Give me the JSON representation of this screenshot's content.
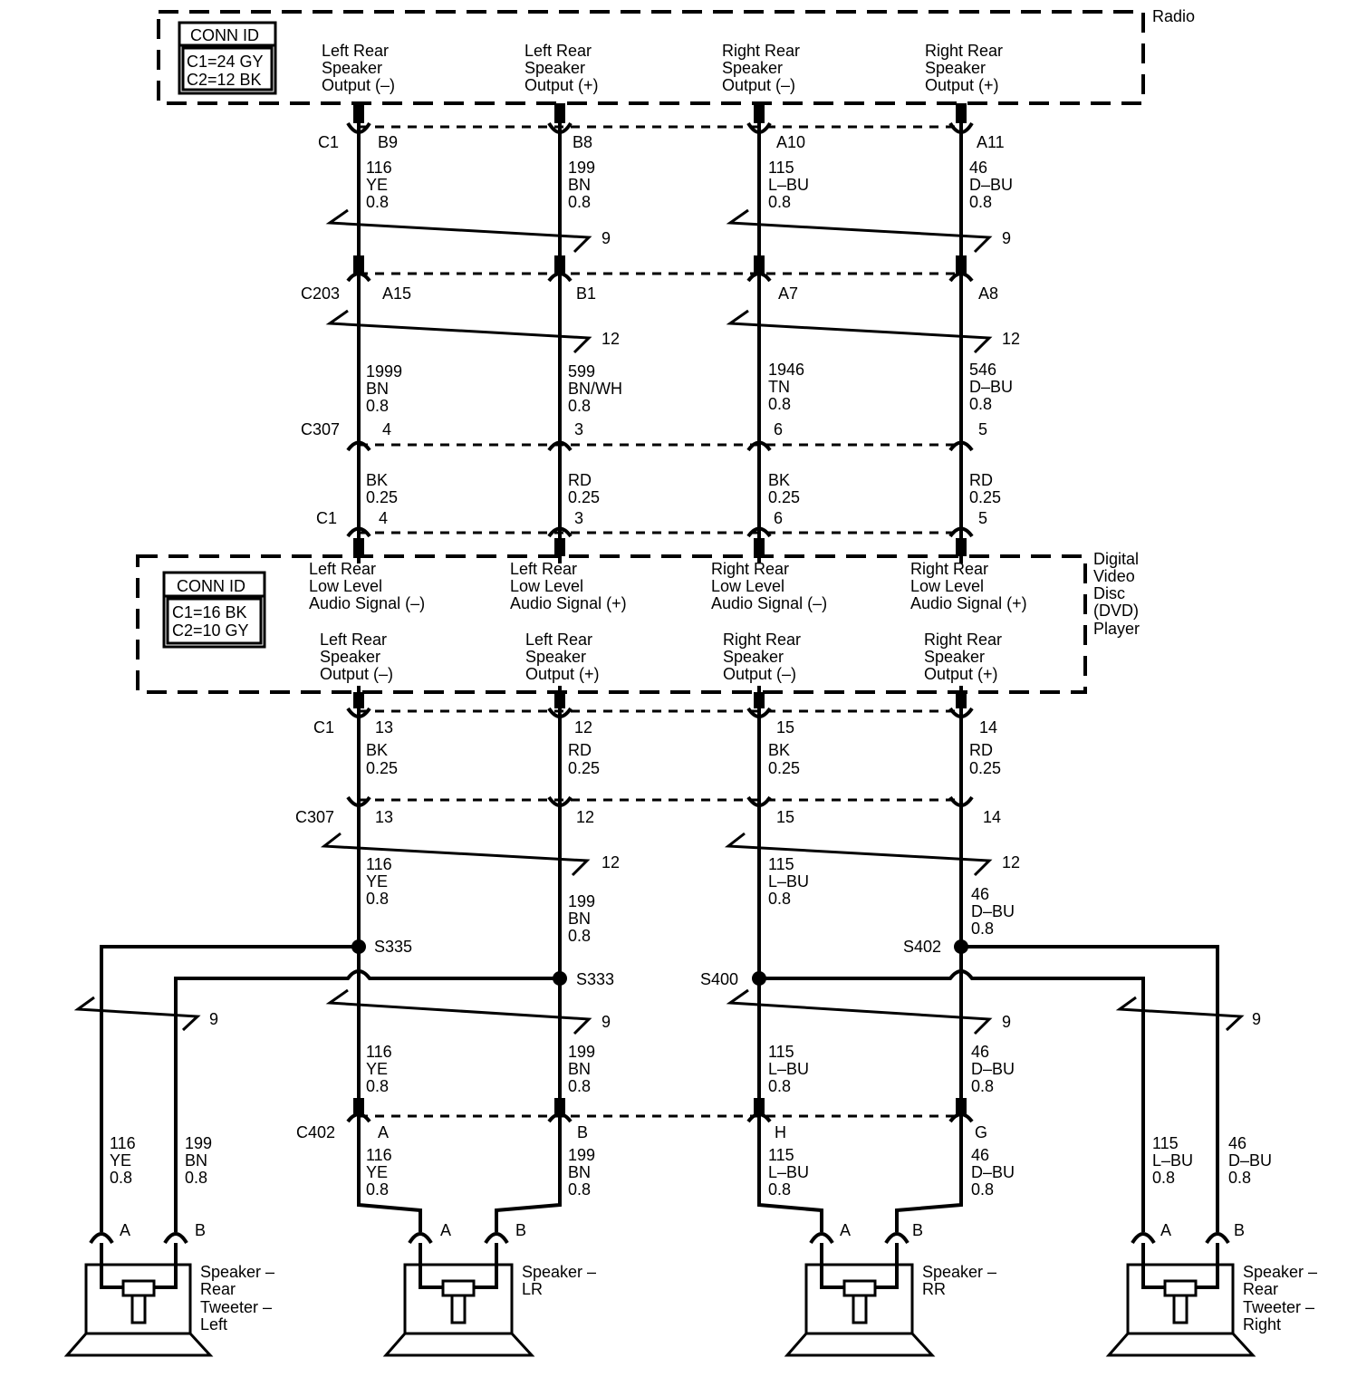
{
  "modules": {
    "radio": {
      "name": "Radio",
      "conn_id": {
        "title": "CONN ID",
        "lines": [
          "C1=24 GY",
          "C2=12 BK"
        ]
      },
      "outputs": [
        [
          "Left Rear",
          "Speaker",
          "Output (–)"
        ],
        [
          "Left Rear",
          "Speaker",
          "Output (+)"
        ],
        [
          "Right Rear",
          "Speaker",
          "Output (–)"
        ],
        [
          "Right Rear",
          "Speaker",
          "Output (+)"
        ]
      ]
    },
    "dvd": {
      "name": [
        "Digital",
        "Video",
        "Disc",
        "(DVD)",
        "Player"
      ],
      "conn_id": {
        "title": "CONN ID",
        "lines": [
          "C1=16 BK",
          "C2=10 GY"
        ]
      },
      "inputs": [
        [
          "Left Rear",
          "Low Level",
          "Audio Signal (–)"
        ],
        [
          "Left Rear",
          "Low Level",
          "Audio Signal (+)"
        ],
        [
          "Right Rear",
          "Low Level",
          "Audio Signal (–)"
        ],
        [
          "Right Rear",
          "Low Level",
          "Audio Signal (+)"
        ]
      ],
      "outputs": [
        [
          "Left Rear",
          "Speaker",
          "Output (–)"
        ],
        [
          "Left Rear",
          "Speaker",
          "Output (+)"
        ],
        [
          "Right Rear",
          "Speaker",
          "Output (–)"
        ],
        [
          "Right Rear",
          "Speaker",
          "Output (+)"
        ]
      ]
    }
  },
  "connectors": {
    "radio_c1": {
      "name": "C1",
      "pins": [
        "B9",
        "B8",
        "A10",
        "A11"
      ]
    },
    "c203": {
      "name": "C203",
      "pins": [
        "A15",
        "B1",
        "A7",
        "A8"
      ]
    },
    "c307_top": {
      "name": "C307",
      "pins": [
        "4",
        "3",
        "6",
        "5"
      ]
    },
    "dvd_c1_in": {
      "name": "C1",
      "pins": [
        "4",
        "3",
        "6",
        "5"
      ]
    },
    "dvd_c1_out": {
      "name": "C1",
      "pins": [
        "13",
        "12",
        "15",
        "14"
      ]
    },
    "c307_bottom": {
      "name": "C307",
      "pins": [
        "13",
        "12",
        "15",
        "14"
      ]
    },
    "c402": {
      "name": "C402",
      "pins": [
        "A",
        "B",
        "H",
        "G"
      ]
    }
  },
  "wires": {
    "radio_to_c203": [
      [
        "116",
        "YE",
        "0.8"
      ],
      [
        "199",
        "BN",
        "0.8"
      ],
      [
        "115",
        "L–BU",
        "0.8"
      ],
      [
        "46",
        "D–BU",
        "0.8"
      ]
    ],
    "c203_to_c307": [
      [
        "1999",
        "BN",
        "0.8"
      ],
      [
        "599",
        "BN/WH",
        "0.8"
      ],
      [
        "1946",
        "TN",
        "0.8"
      ],
      [
        "546",
        "D–BU",
        "0.8"
      ]
    ],
    "c307_to_dvd": [
      [
        "BK",
        "0.25"
      ],
      [
        "RD",
        "0.25"
      ],
      [
        "BK",
        "0.25"
      ],
      [
        "RD",
        "0.25"
      ]
    ],
    "dvd_to_c307": [
      [
        "BK",
        "0.25"
      ],
      [
        "RD",
        "0.25"
      ],
      [
        "BK",
        "0.25"
      ],
      [
        "RD",
        "0.25"
      ]
    ],
    "c307_to_splices": [
      [
        "116",
        "YE",
        "0.8"
      ],
      [
        "199",
        "BN",
        "0.8"
      ],
      [
        "115",
        "L–BU",
        "0.8"
      ],
      [
        "46",
        "D–BU",
        "0.8"
      ]
    ],
    "splices_to_c402": [
      [
        "116",
        "YE",
        "0.8"
      ],
      [
        "199",
        "BN",
        "0.8"
      ],
      [
        "115",
        "L–BU",
        "0.8"
      ],
      [
        "46",
        "D–BU",
        "0.8"
      ]
    ],
    "c402_to_speakers": [
      [
        "116",
        "YE",
        "0.8"
      ],
      [
        "199",
        "BN",
        "0.8"
      ],
      [
        "115",
        "L–BU",
        "0.8"
      ],
      [
        "46",
        "D–BU",
        "0.8"
      ]
    ],
    "tweeter_left": [
      [
        "116",
        "YE",
        "0.8"
      ],
      [
        "199",
        "BN",
        "0.8"
      ]
    ],
    "tweeter_right": [
      [
        "115",
        "L–BU",
        "0.8"
      ],
      [
        "46",
        "D–BU",
        "0.8"
      ]
    ]
  },
  "splices": [
    "S335",
    "S333",
    "S400",
    "S402"
  ],
  "refs": {
    "nine": "9",
    "twelve": "12"
  },
  "speakers": [
    {
      "name": [
        "Speaker –",
        "Rear",
        "Tweeter –",
        "Left"
      ],
      "pins": [
        "A",
        "B"
      ]
    },
    {
      "name": [
        "Speaker –",
        "LR"
      ],
      "pins": [
        "A",
        "B"
      ]
    },
    {
      "name": [
        "Speaker –",
        "RR"
      ],
      "pins": [
        "A",
        "B"
      ]
    },
    {
      "name": [
        "Speaker –",
        "Rear",
        "Tweeter –",
        "Right"
      ],
      "pins": [
        "A",
        "B"
      ]
    }
  ]
}
